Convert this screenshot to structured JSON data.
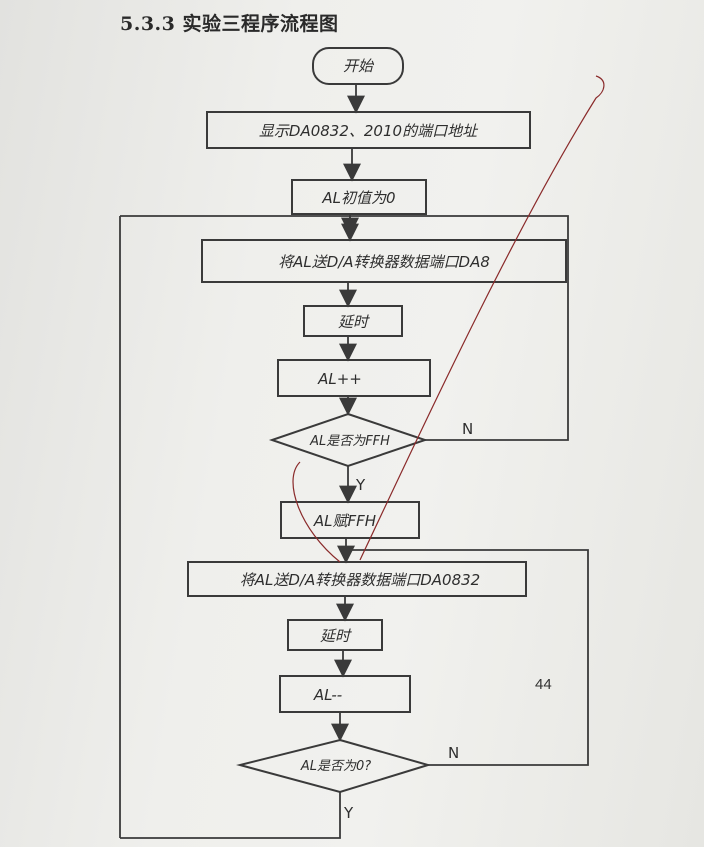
{
  "page": {
    "heading": "5.3.3 实验三程序流程图",
    "page_number": "44"
  },
  "flowchart": {
    "steps": {
      "start": "开始",
      "set_ports": "显示DA0832、2010的端口地址",
      "init": "AL初值为0",
      "send_up": "将AL送D/A转换器数据端口DA8",
      "delay_1": "延时",
      "inc": "AL++",
      "check_ff": "AL是否为FFH",
      "assign_ff": "AL赋FFH",
      "send_down": "将AL送D/A转换器数据端口DA0832",
      "delay_2": "延时",
      "dec": "AL--",
      "check_zero": "AL是否为0?"
    },
    "labels": {
      "n_1": "N",
      "y_1": "Y",
      "n_2": "N",
      "y_2": "Y"
    }
  }
}
